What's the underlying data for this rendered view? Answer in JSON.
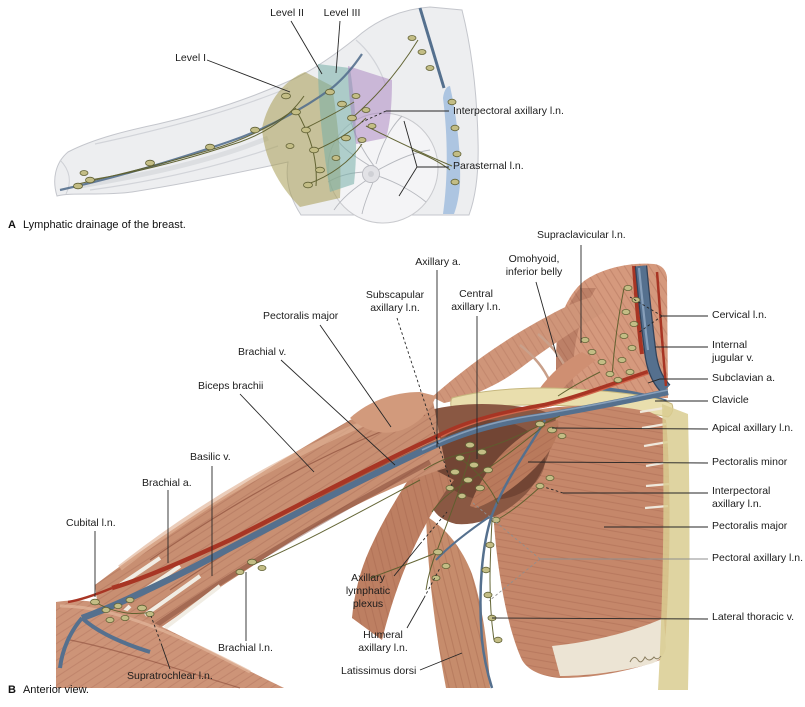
{
  "figure": {
    "caption_a_letter": "A",
    "caption_a_text": "Lymphatic drainage of the breast.",
    "caption_b_letter": "B",
    "caption_b_text": "Anterior view."
  },
  "panelA": {
    "labels": {
      "level1": "Level I",
      "level2": "Level II",
      "level3": "Level III",
      "interpectoral": "Interpectoral axillary l.n.",
      "parasternal": "Parasternal l.n."
    }
  },
  "panelB": {
    "labels": {
      "supraclavicular": "Supraclavicular l.n.",
      "axillary_a": "Axillary a.",
      "omohyoid": "Omohyoid,\ninferior belly",
      "subscapular": "Subscapular\naxillary l.n.",
      "central": "Central\naxillary l.n.",
      "pectoralis_major_left": "Pectoralis major",
      "brachial_v": "Brachial v.",
      "biceps_brachii": "Biceps brachii",
      "basilic_v": "Basilic v.",
      "brachial_a": "Brachial a.",
      "cubital": "Cubital l.n.",
      "axillary_plexus": "Axillary\nlymphatic\nplexus",
      "humeral": "Humeral\naxillary l.n.",
      "brachial_ln": "Brachial l.n.",
      "supratrochlear": "Supratrochlear l.n.",
      "latissimus_dorsi": "Latissimus dorsi",
      "cervical": "Cervical l.n.",
      "internal_jugular": "Internal\njugular v.",
      "subclavian": "Subclavian a.",
      "clavicle": "Clavicle",
      "apical": "Apical axillary l.n.",
      "pectoralis_minor": "Pectoralis minor",
      "interpectoral": "Interpectoral\naxillary l.n.",
      "pectoralis_major_right": "Pectoralis major",
      "pectoral_axillary": "Pectoral axillary l.n.",
      "lateral_thoracic": "Lateral thoracic v."
    }
  },
  "colors": {
    "muscle": "#c88f72",
    "muscleLight": "#dcab8d",
    "muscleDark": "#a96850",
    "bone": "#e9dead",
    "boneEdge": "#c6b77e",
    "vein": "#55708e",
    "veinHi": "#93abc6",
    "artery": "#a83524",
    "arteryHi": "#d4694f",
    "lymphVessel": "#5d5f2d",
    "node": "#c3bd85",
    "nodeEdge": "#626236",
    "level1": "#a89c54",
    "level2": "#76afa8",
    "level3": "#a880be",
    "parasternal": "#6e9bd2",
    "bodyGray": "#edeef0"
  }
}
